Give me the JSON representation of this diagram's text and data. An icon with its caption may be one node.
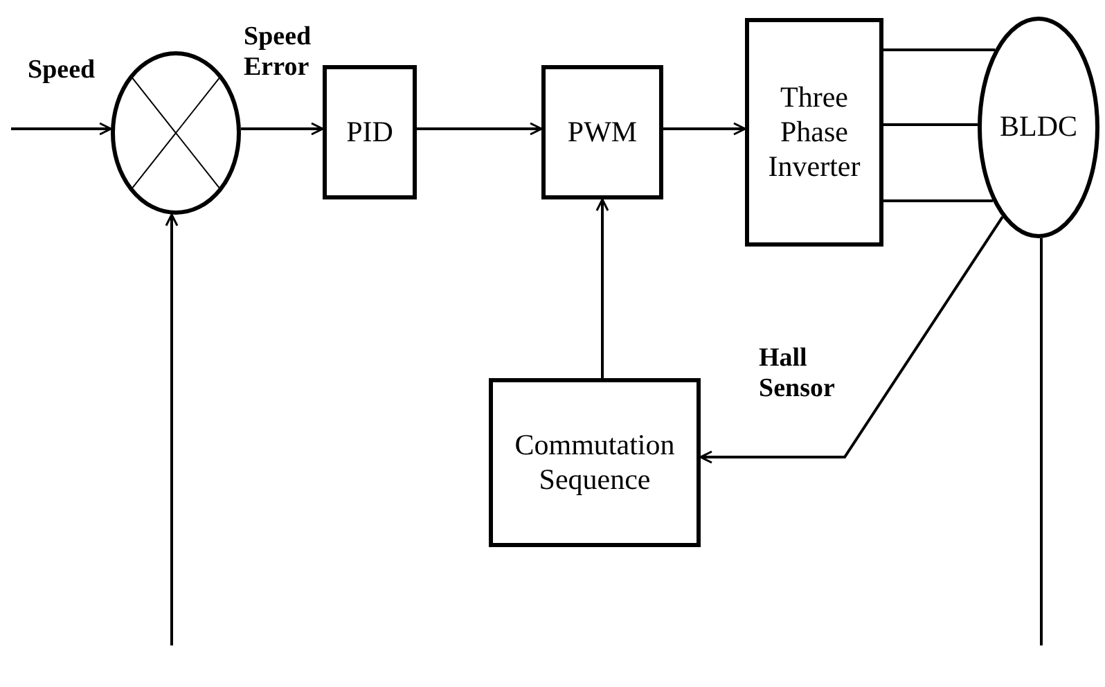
{
  "diagram": {
    "nodes": [
      {
        "text": [],
        "shape": "circle"
      },
      {
        "text": [
          "PID"
        ]
      },
      {
        "text": [
          "PWM"
        ]
      },
      {
        "text": [
          "Three Phase Inverter"
        ]
      },
      {
        "text": [
          "BLDC"
        ]
      },
      {
        "text": [
          "Commutation Sequence"
        ]
      }
    ],
    "edges": [
      {
        "from": null,
        "to": 0,
        "arrow": "to",
        "label": "Speed"
      },
      {
        "from": 0,
        "to": 1,
        "arrow": "to",
        "label": "Speed Error"
      },
      {
        "from": 1,
        "to": 2,
        "arrow": "to"
      },
      {
        "from": 2,
        "to": 3,
        "arrow": "to"
      },
      {
        "from": 3,
        "to": 4,
        "arrow": "none"
      },
      {
        "from": 3,
        "to": 4,
        "arrow": "none"
      },
      {
        "from": 3,
        "to": 4,
        "arrow": "none"
      },
      {
        "from": 4,
        "to": 5,
        "arrow": "to",
        "label": "Hall Sensor"
      },
      {
        "from": 5,
        "to": 2,
        "arrow": "to"
      },
      {
        "from": 4,
        "to": null,
        "arrow": "none"
      },
      {
        "from": null,
        "to": 0,
        "arrow": "to"
      }
    ]
  }
}
